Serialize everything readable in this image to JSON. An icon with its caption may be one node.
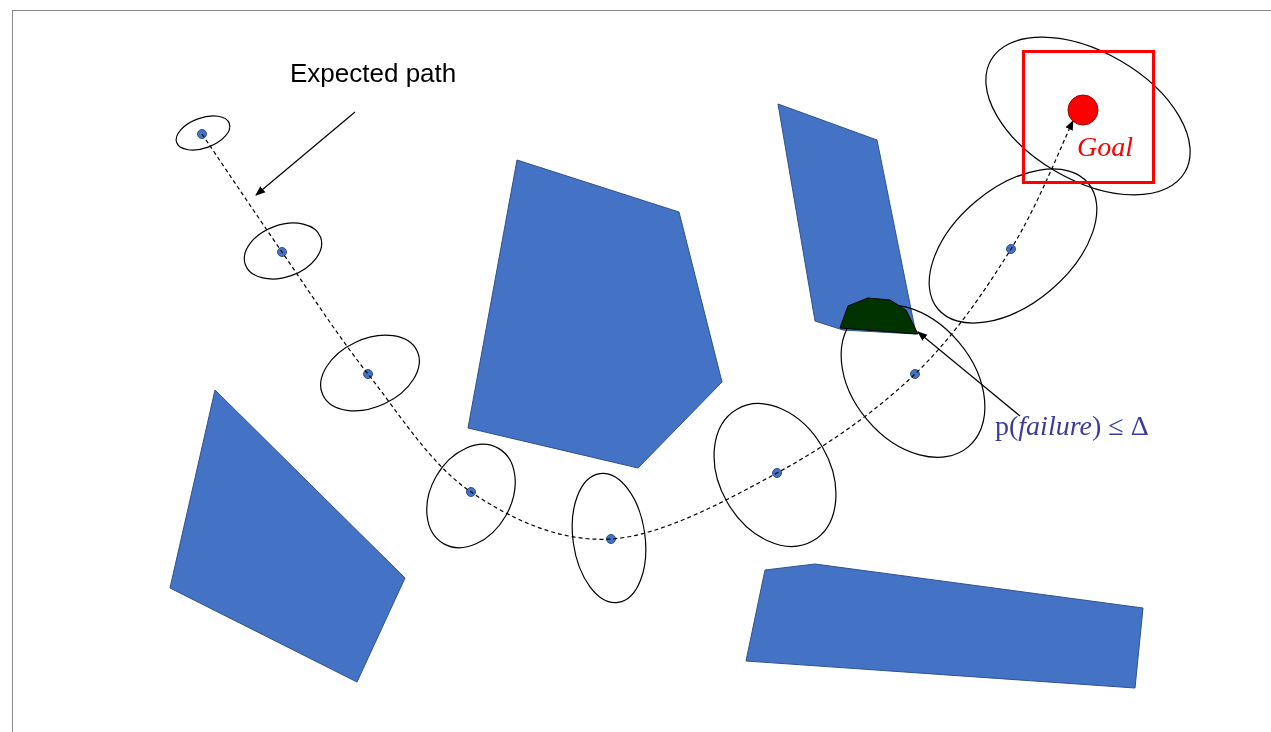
{
  "diagram": {
    "nodes": [
      {
        "text": [
          "Expected path"
        ]
      },
      {
        "text": [
          "p(*failure*) ≤ Δ"
        ]
      },
      {
        "text": [
          "Goal"
        ]
      },
      {
        "text": [],
        "shape": "circle",
        "in": 2
      },
      {
        "text": [],
        "shape": "polygon"
      }
    ],
    "edges": [
      {
        "from": 0,
        "to": null,
        "arrow": "to"
      },
      {
        "from": 1,
        "to": 4,
        "arrow": "to"
      },
      {
        "from": null,
        "to": 3,
        "arrow": "to",
        "style": "dashed"
      }
    ]
  }
}
